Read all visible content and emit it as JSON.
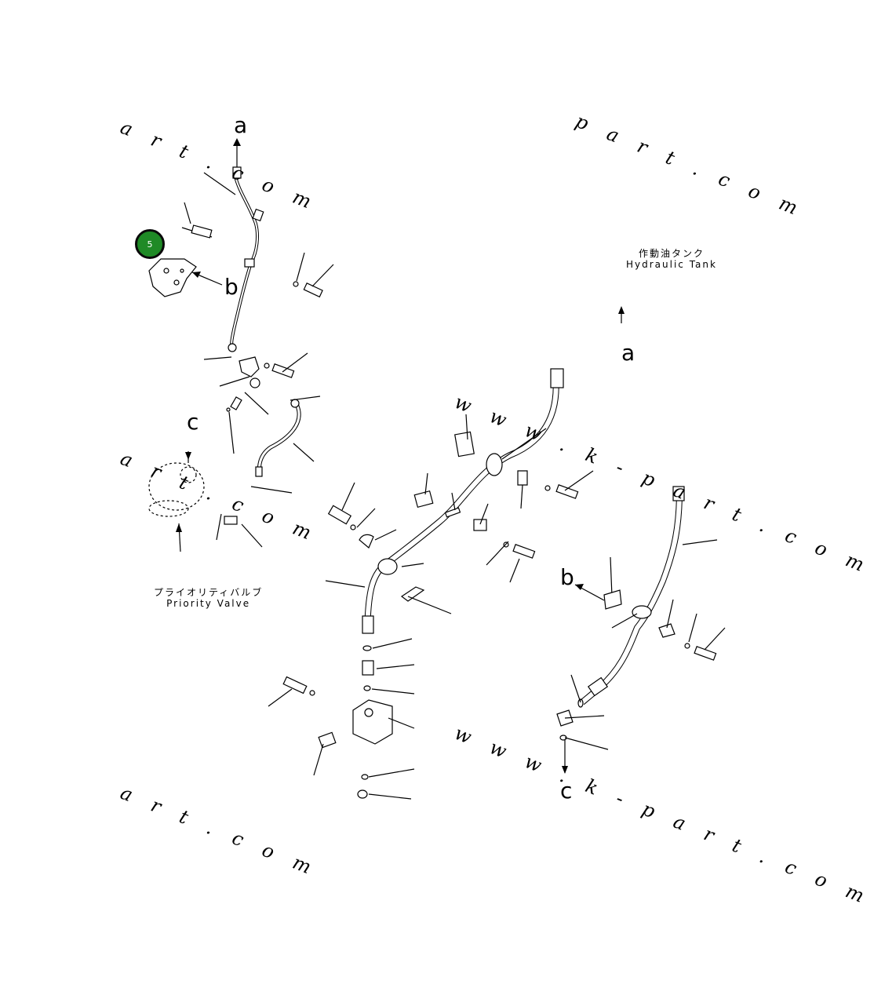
{
  "callout_badge": "5",
  "references": {
    "a_top": "a",
    "a_right": "a",
    "b_left": "b",
    "b_right": "b",
    "c_left": "c",
    "c_bottom": "c"
  },
  "captions": {
    "tank_jp": "作動油タンク",
    "tank_en": "Hydraulic Tank",
    "valve_jp": "プライオリティバルブ",
    "valve_en": "Priority Valve"
  },
  "watermarks": {
    "top_left": "a r t . c o m",
    "top_right": "p a r t . c o m",
    "mid_left": "a r t . c o m",
    "center": "w w w . k - p a r t . c o m",
    "bottom_center": "w w w . k - p a r t . c o m",
    "bottom_left": "a r t . c o m"
  }
}
